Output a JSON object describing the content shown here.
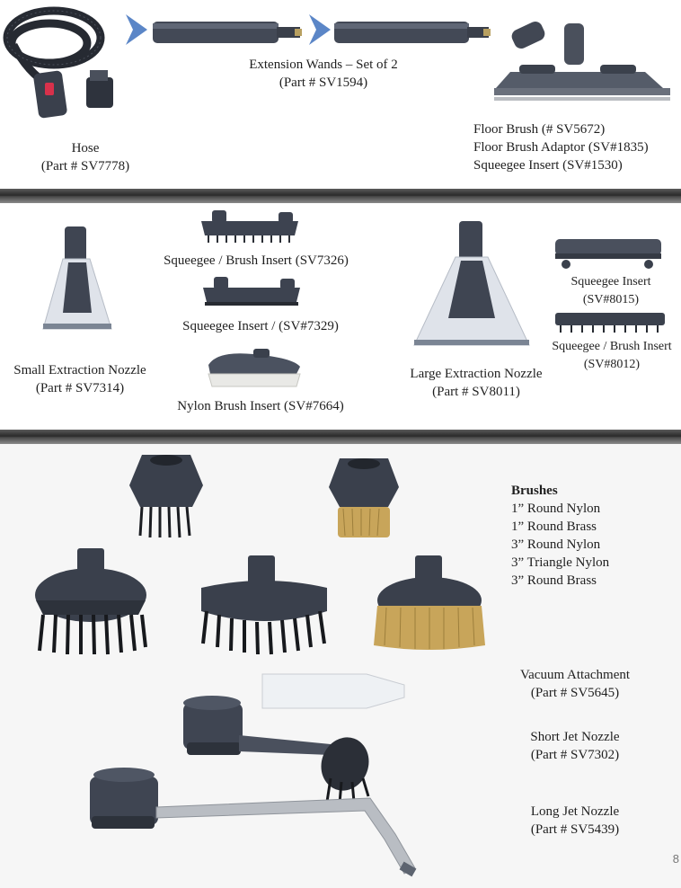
{
  "sections": {
    "top": {
      "hose": {
        "name": "Hose",
        "part": "(Part # SV7778)"
      },
      "wands": {
        "name": "Extension Wands – Set of 2",
        "part": "(Part # SV1594)"
      },
      "floor": [
        "Floor Brush (# SV5672)",
        "Floor Brush Adaptor (SV#1835)",
        "Squeegee Insert (SV#1530)"
      ]
    },
    "middle": {
      "small_nozzle": {
        "name": "Small Extraction Nozzle",
        "part": "(Part # SV7314)"
      },
      "squeegee_brush_insert": "Squeegee / Brush Insert (SV7326)",
      "squeegee_insert": "Squeegee Insert / (SV#7329)",
      "nylon_brush_insert": "Nylon Brush  Insert (SV#7664)",
      "large_nozzle": {
        "name": "Large Extraction Nozzle",
        "part": "(Part # SV8011)"
      },
      "squeegee_insert_large": {
        "name": "Squeegee Insert",
        "part": "(SV#8015)"
      },
      "squeegee_brush_insert_large": {
        "name": "Squeegee / Brush Insert",
        "part": "(SV#8012)"
      }
    },
    "bottom": {
      "brushes": {
        "heading": "Brushes",
        "items": [
          "1” Round Nylon",
          "1” Round Brass",
          "3” Round Nylon",
          "3” Triangle Nylon",
          "3” Round Brass"
        ]
      },
      "vacuum": {
        "name": "Vacuum Attachment",
        "part": "(Part # SV5645)"
      },
      "short_jet": {
        "name": "Short Jet Nozzle",
        "part": "(Part # SV7302)"
      },
      "long_jet": {
        "name": "Long Jet Nozzle",
        "part": "(Part # SV5439)"
      }
    }
  },
  "page_number": "8",
  "colors": {
    "part_dark": "#3c4250",
    "part_mid": "#5a6172",
    "brass": "#c8a55a",
    "arrow": "#5b86c7",
    "red_button": "#d8314b"
  }
}
